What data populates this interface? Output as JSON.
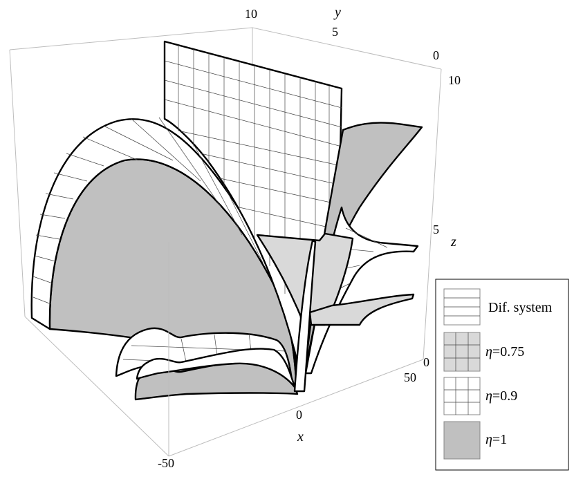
{
  "chart_data": {
    "type": "surface3d",
    "axes": {
      "x": {
        "label": "x",
        "ticks": [
          "-50",
          "0",
          "50"
        ],
        "range": [
          -50,
          50
        ]
      },
      "y": {
        "label": "y",
        "ticks": [
          "10",
          "5",
          "0"
        ],
        "range": [
          0,
          10
        ]
      },
      "z": {
        "label": "z",
        "ticks": [
          "0",
          "5",
          "10"
        ],
        "range": [
          0,
          10
        ]
      }
    },
    "legend": {
      "placement": "bottom-right",
      "entries": [
        {
          "id": "dif",
          "label": "Dif. system",
          "style": "horizontal-mesh",
          "fill": "#ffffff"
        },
        {
          "id": "e075",
          "label": "=0.75",
          "symbol": "η",
          "style": "grid-mesh",
          "fill": "#d9d9d9"
        },
        {
          "id": "e09",
          "label": "=0.9",
          "symbol": "η",
          "style": "grid-mesh",
          "fill": "#ffffff"
        },
        {
          "id": "e1",
          "label": "=1",
          "symbol": "η",
          "style": "solid",
          "fill": "#c0c0c0"
        }
      ]
    }
  }
}
